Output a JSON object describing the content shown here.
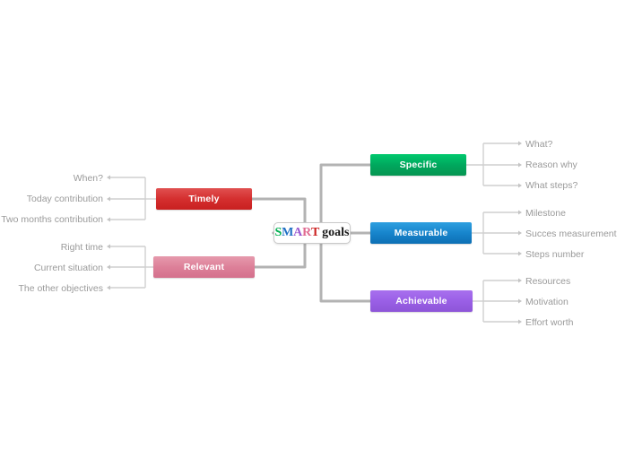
{
  "diagram": {
    "title": "SMART goals mind map",
    "background": "#ffffff",
    "center": {
      "letters": [
        {
          "char": "S",
          "color": "#00b050"
        },
        {
          "char": "M",
          "color": "#1f6fc4"
        },
        {
          "char": "A",
          "color": "#9b59d0"
        },
        {
          "char": "R",
          "color": "#e06a90"
        },
        {
          "char": "T",
          "color": "#cc2222"
        }
      ],
      "suffix": "goals",
      "suffix_color": "#1a1a1a"
    },
    "branches": [
      {
        "key": "specific",
        "label": "Specific",
        "side": "right",
        "color": "#00a85e",
        "children": [
          {
            "label": "What?"
          },
          {
            "label": "Reason why"
          },
          {
            "label": "What steps?"
          }
        ]
      },
      {
        "key": "measurable",
        "label": "Measurable",
        "side": "right",
        "color": "#1785cc",
        "children": [
          {
            "label": "Milestone"
          },
          {
            "label": "Succes measurement"
          },
          {
            "label": "Steps number"
          }
        ]
      },
      {
        "key": "achievable",
        "label": "Achievable",
        "side": "right",
        "color": "#9a5fe6",
        "children": [
          {
            "label": "Resources"
          },
          {
            "label": "Motivation"
          },
          {
            "label": "Effort worth"
          }
        ]
      },
      {
        "key": "timely",
        "label": "Timely",
        "side": "left",
        "color": "#d52f2f",
        "children": [
          {
            "label": "When?"
          },
          {
            "label": "Today contribution"
          },
          {
            "label": "Two months contribution"
          }
        ]
      },
      {
        "key": "relevant",
        "label": "Relevant",
        "side": "left",
        "color": "#dd8099",
        "children": [
          {
            "label": "Right time"
          },
          {
            "label": "Current situation"
          },
          {
            "label": "The other objectives"
          }
        ]
      }
    ],
    "connector_colors": {
      "trunk": "#b3b3b3",
      "leaf": "#cfcfcf"
    }
  }
}
